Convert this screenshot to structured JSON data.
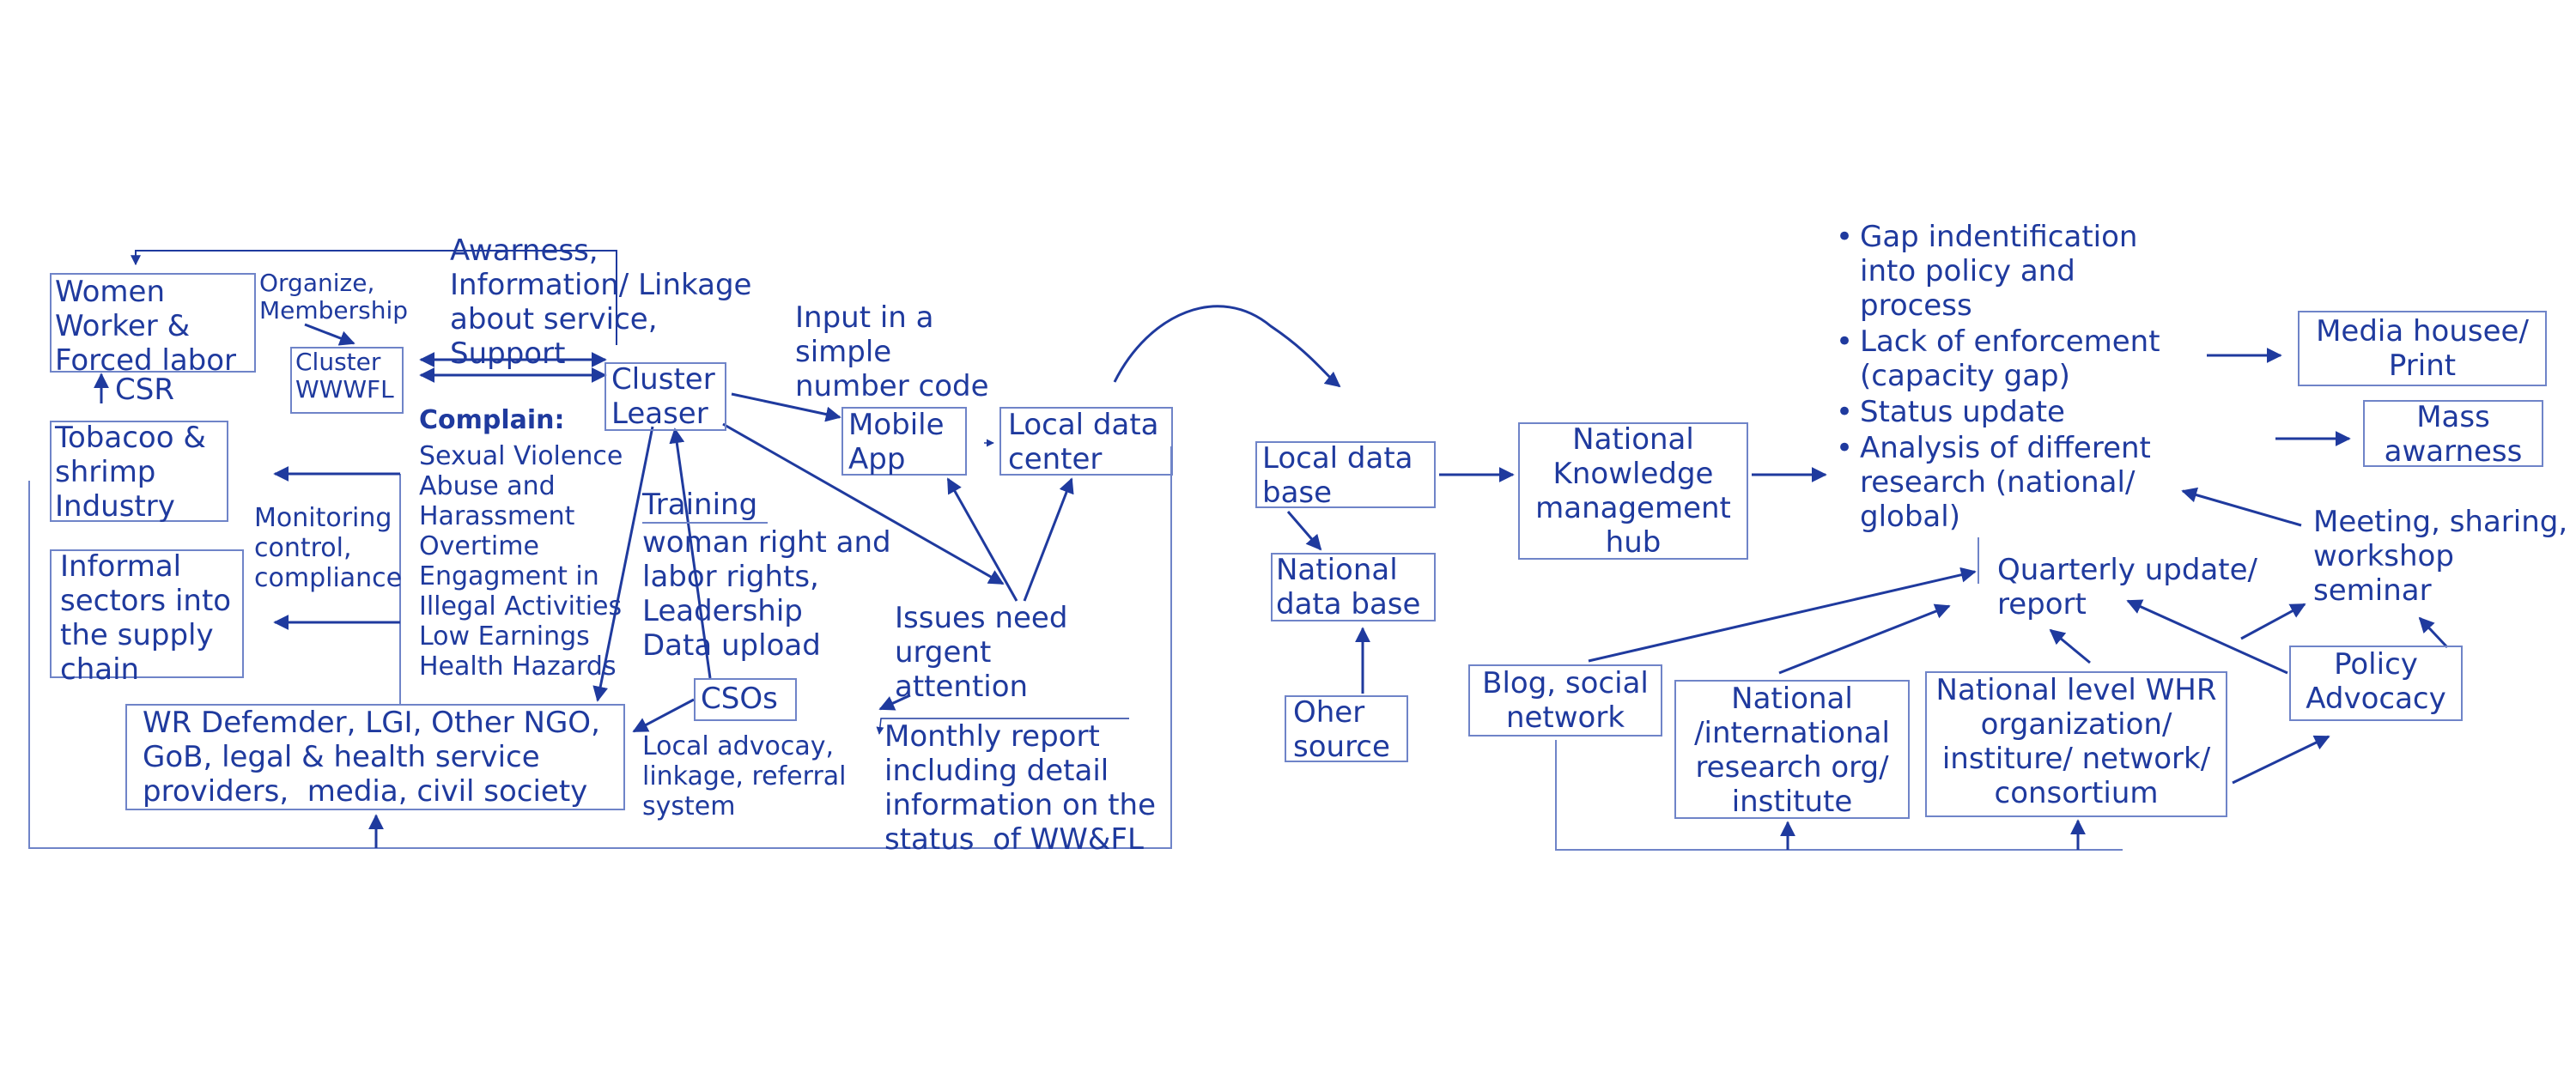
{
  "colors": {
    "primary": "#1f3a9e",
    "border": "#6f84c8",
    "background": "#ffffff"
  },
  "left": {
    "women_worker": "Women\nWorker &\nForced labor",
    "csr": "CSR",
    "organize": "Organize,\nMembership",
    "cluster_wwwfl": "Cluster\nWWWFL",
    "awareness": "Awarness,\nInformation/ Linkage\nabout service,\nSupport",
    "cluster_leaser": "Cluster\nLeaser",
    "input_code": "Input in a\nsimple\nnumber code",
    "mobile_app": "Mobile\nApp",
    "local_data_center": "Local data\ncenter",
    "tobacco": "Tobacoo &\nshrimp\nIndustry",
    "complain_title": "Complain:",
    "complain_items": "Sexual Violence\nAbuse and\nHarassment\nOvertime\nEngagment in\nIllegal Activities\nLow Earnings\nHealth Hazards",
    "monitoring": "Monitoring\ncontrol,\ncompliance",
    "informal": "Informal\nsectors into\nthe supply\nchain",
    "training_title": "Training",
    "training_items": "woman right and\nlabor rights,\nLeadership\nData upload",
    "issues": "Issues need\nurgent\nattention",
    "wr_defender": "WR Defemder, LGI, Other NGO,\nGoB, legal & health service\nproviders,  media, civil society",
    "csos": "CSOs",
    "local_advocacy": "Local advocay,\nlinkage, referral\nsystem",
    "monthly_report": "Monthly report\nincluding detail\ninformation on the\nstatus  of WW&FL"
  },
  "middle": {
    "local_data_base": "Local data\nbase",
    "national_data_base": "National\ndata base",
    "other_source": "Oher\nsource",
    "national_hub": "National\nKnowledge\nmanagement\nhub"
  },
  "right": {
    "bullets": [
      "Gap indentification\ninto policy and\nprocess",
      "Lack of enforcement\n(capacity gap)",
      "Status update",
      "Analysis of different\nresearch (national/\nglobal)"
    ],
    "media_print": "Media housee/\nPrint",
    "mass_awareness": "Mass\nawarness",
    "meeting": "Meeting, sharing,\nworkshop\nseminar",
    "quarterly": "Quarterly update/\nreport",
    "blog": "Blog, social\nnetwork",
    "national_research": "National\n/international\nresearch org/\ninstitute",
    "national_whr": "National level WHR\norganization/\ninstiture/ network/\nconsortium",
    "policy_advocacy": "Policy\nAdvocacy"
  }
}
